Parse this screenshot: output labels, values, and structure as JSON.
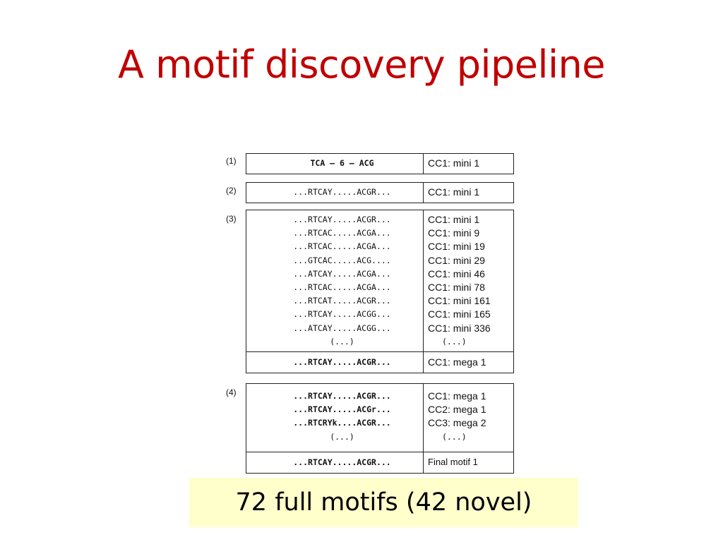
{
  "slide": {
    "title": "A motif discovery pipeline",
    "callout": "72 full motifs (42 novel)"
  },
  "figure": {
    "steps": [
      {
        "label": "(1)",
        "sequences": [
          "TCA — 6 — ACG"
        ],
        "labels": [
          "CC1: mini 1"
        ]
      },
      {
        "label": "(2)",
        "sequences": [
          "...RTCAY.....ACGR..."
        ],
        "labels": [
          "CC1: mini 1"
        ]
      },
      {
        "label": "(3)",
        "sequences": [
          "...RTCAY.....ACGR...",
          "...RTCAC.....ACGA...",
          "...RTCAC.....ACGA...",
          "...GTCAC.....ACG....",
          "...ATCAY.....ACGA...",
          "...RTCAC.....ACGA...",
          "...RTCAT.....ACGR...",
          "...RTCAY.....ACGG...",
          "...ATCAY.....ACGG...",
          "(...)"
        ],
        "labels": [
          "CC1: mini 1",
          "CC1: mini 9",
          "CC1: mini 19",
          "CC1: mini 29",
          "CC1: mini 46",
          "CC1: mini 78",
          "CC1: mini 161",
          "CC1: mini 165",
          "CC1: mini 336",
          "(...)"
        ],
        "consensus_sequence": "...RTCAY.....ACGR...",
        "consensus_label": "CC1: mega 1"
      },
      {
        "label": "(4)",
        "sequences": [
          "...RTCAY.....ACGR...",
          "...RTCAY.....ACGr...",
          "...RTCRYk....ACGR...",
          "(...)"
        ],
        "labels": [
          "CC1: mega 1",
          "CC2: mega 1",
          "CC3: mega 2",
          "(...)"
        ],
        "consensus_sequence": "...RTCAY.....ACGR...",
        "consensus_label": "Final motif 1"
      }
    ]
  }
}
